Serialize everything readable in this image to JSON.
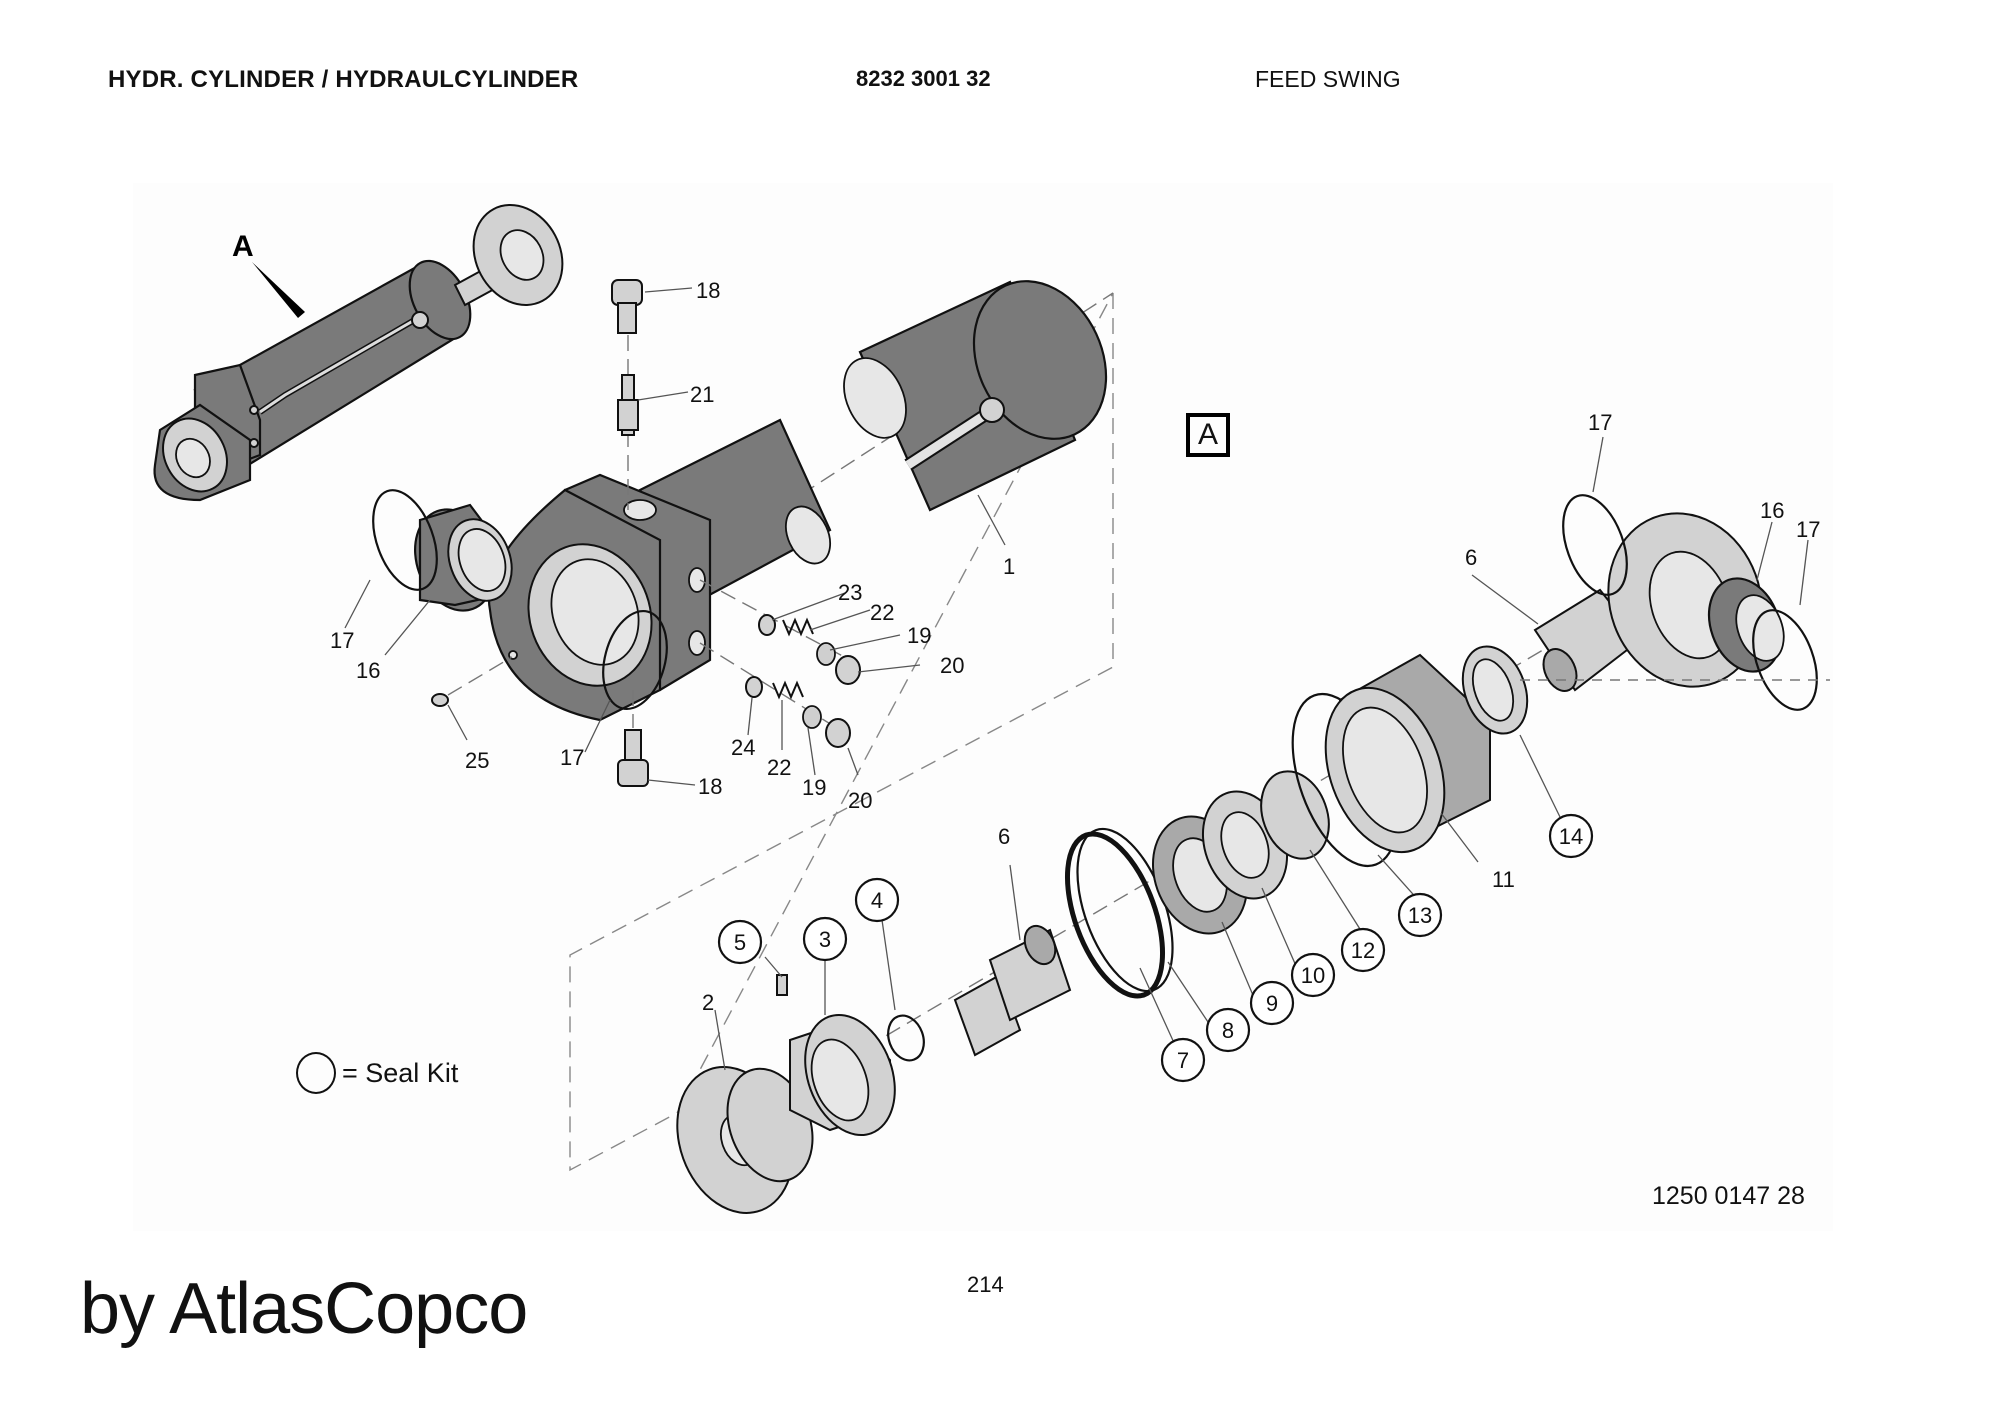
{
  "header": {
    "title": "HYDR. CYLINDER / HYDRAULCYLINDER",
    "part_number": "8232 3001 32",
    "group": "FEED SWING"
  },
  "diagram": {
    "view_arrow_label": "A",
    "view_box_label": "A",
    "callouts": [
      {
        "id": "1",
        "seal_kit": false
      },
      {
        "id": "2",
        "seal_kit": false
      },
      {
        "id": "3",
        "seal_kit": true
      },
      {
        "id": "4",
        "seal_kit": true
      },
      {
        "id": "5",
        "seal_kit": true
      },
      {
        "id": "6",
        "seal_kit": false
      },
      {
        "id": "6",
        "seal_kit": false
      },
      {
        "id": "7",
        "seal_kit": true
      },
      {
        "id": "8",
        "seal_kit": true
      },
      {
        "id": "9",
        "seal_kit": true
      },
      {
        "id": "10",
        "seal_kit": true
      },
      {
        "id": "11",
        "seal_kit": false
      },
      {
        "id": "12",
        "seal_kit": true
      },
      {
        "id": "13",
        "seal_kit": true
      },
      {
        "id": "14",
        "seal_kit": true
      },
      {
        "id": "16",
        "seal_kit": false
      },
      {
        "id": "16",
        "seal_kit": false
      },
      {
        "id": "17",
        "seal_kit": false
      },
      {
        "id": "17",
        "seal_kit": false
      },
      {
        "id": "17",
        "seal_kit": false
      },
      {
        "id": "17",
        "seal_kit": false
      },
      {
        "id": "18",
        "seal_kit": false
      },
      {
        "id": "18",
        "seal_kit": false
      },
      {
        "id": "19",
        "seal_kit": false
      },
      {
        "id": "19",
        "seal_kit": false
      },
      {
        "id": "20",
        "seal_kit": false
      },
      {
        "id": "20",
        "seal_kit": false
      },
      {
        "id": "21",
        "seal_kit": false
      },
      {
        "id": "22",
        "seal_kit": false
      },
      {
        "id": "22",
        "seal_kit": false
      },
      {
        "id": "23",
        "seal_kit": false
      },
      {
        "id": "24",
        "seal_kit": false
      },
      {
        "id": "25",
        "seal_kit": false
      }
    ]
  },
  "legend": {
    "seal_kit_label": "= Seal Kit"
  },
  "footer": {
    "drawing_number": "1250 0147 28",
    "page_number": "214",
    "brand": "by AtlasCopco"
  },
  "colors": {
    "dark_part": "#7a7a7a",
    "light_part": "#d2d2d2",
    "outline": "#111111"
  }
}
